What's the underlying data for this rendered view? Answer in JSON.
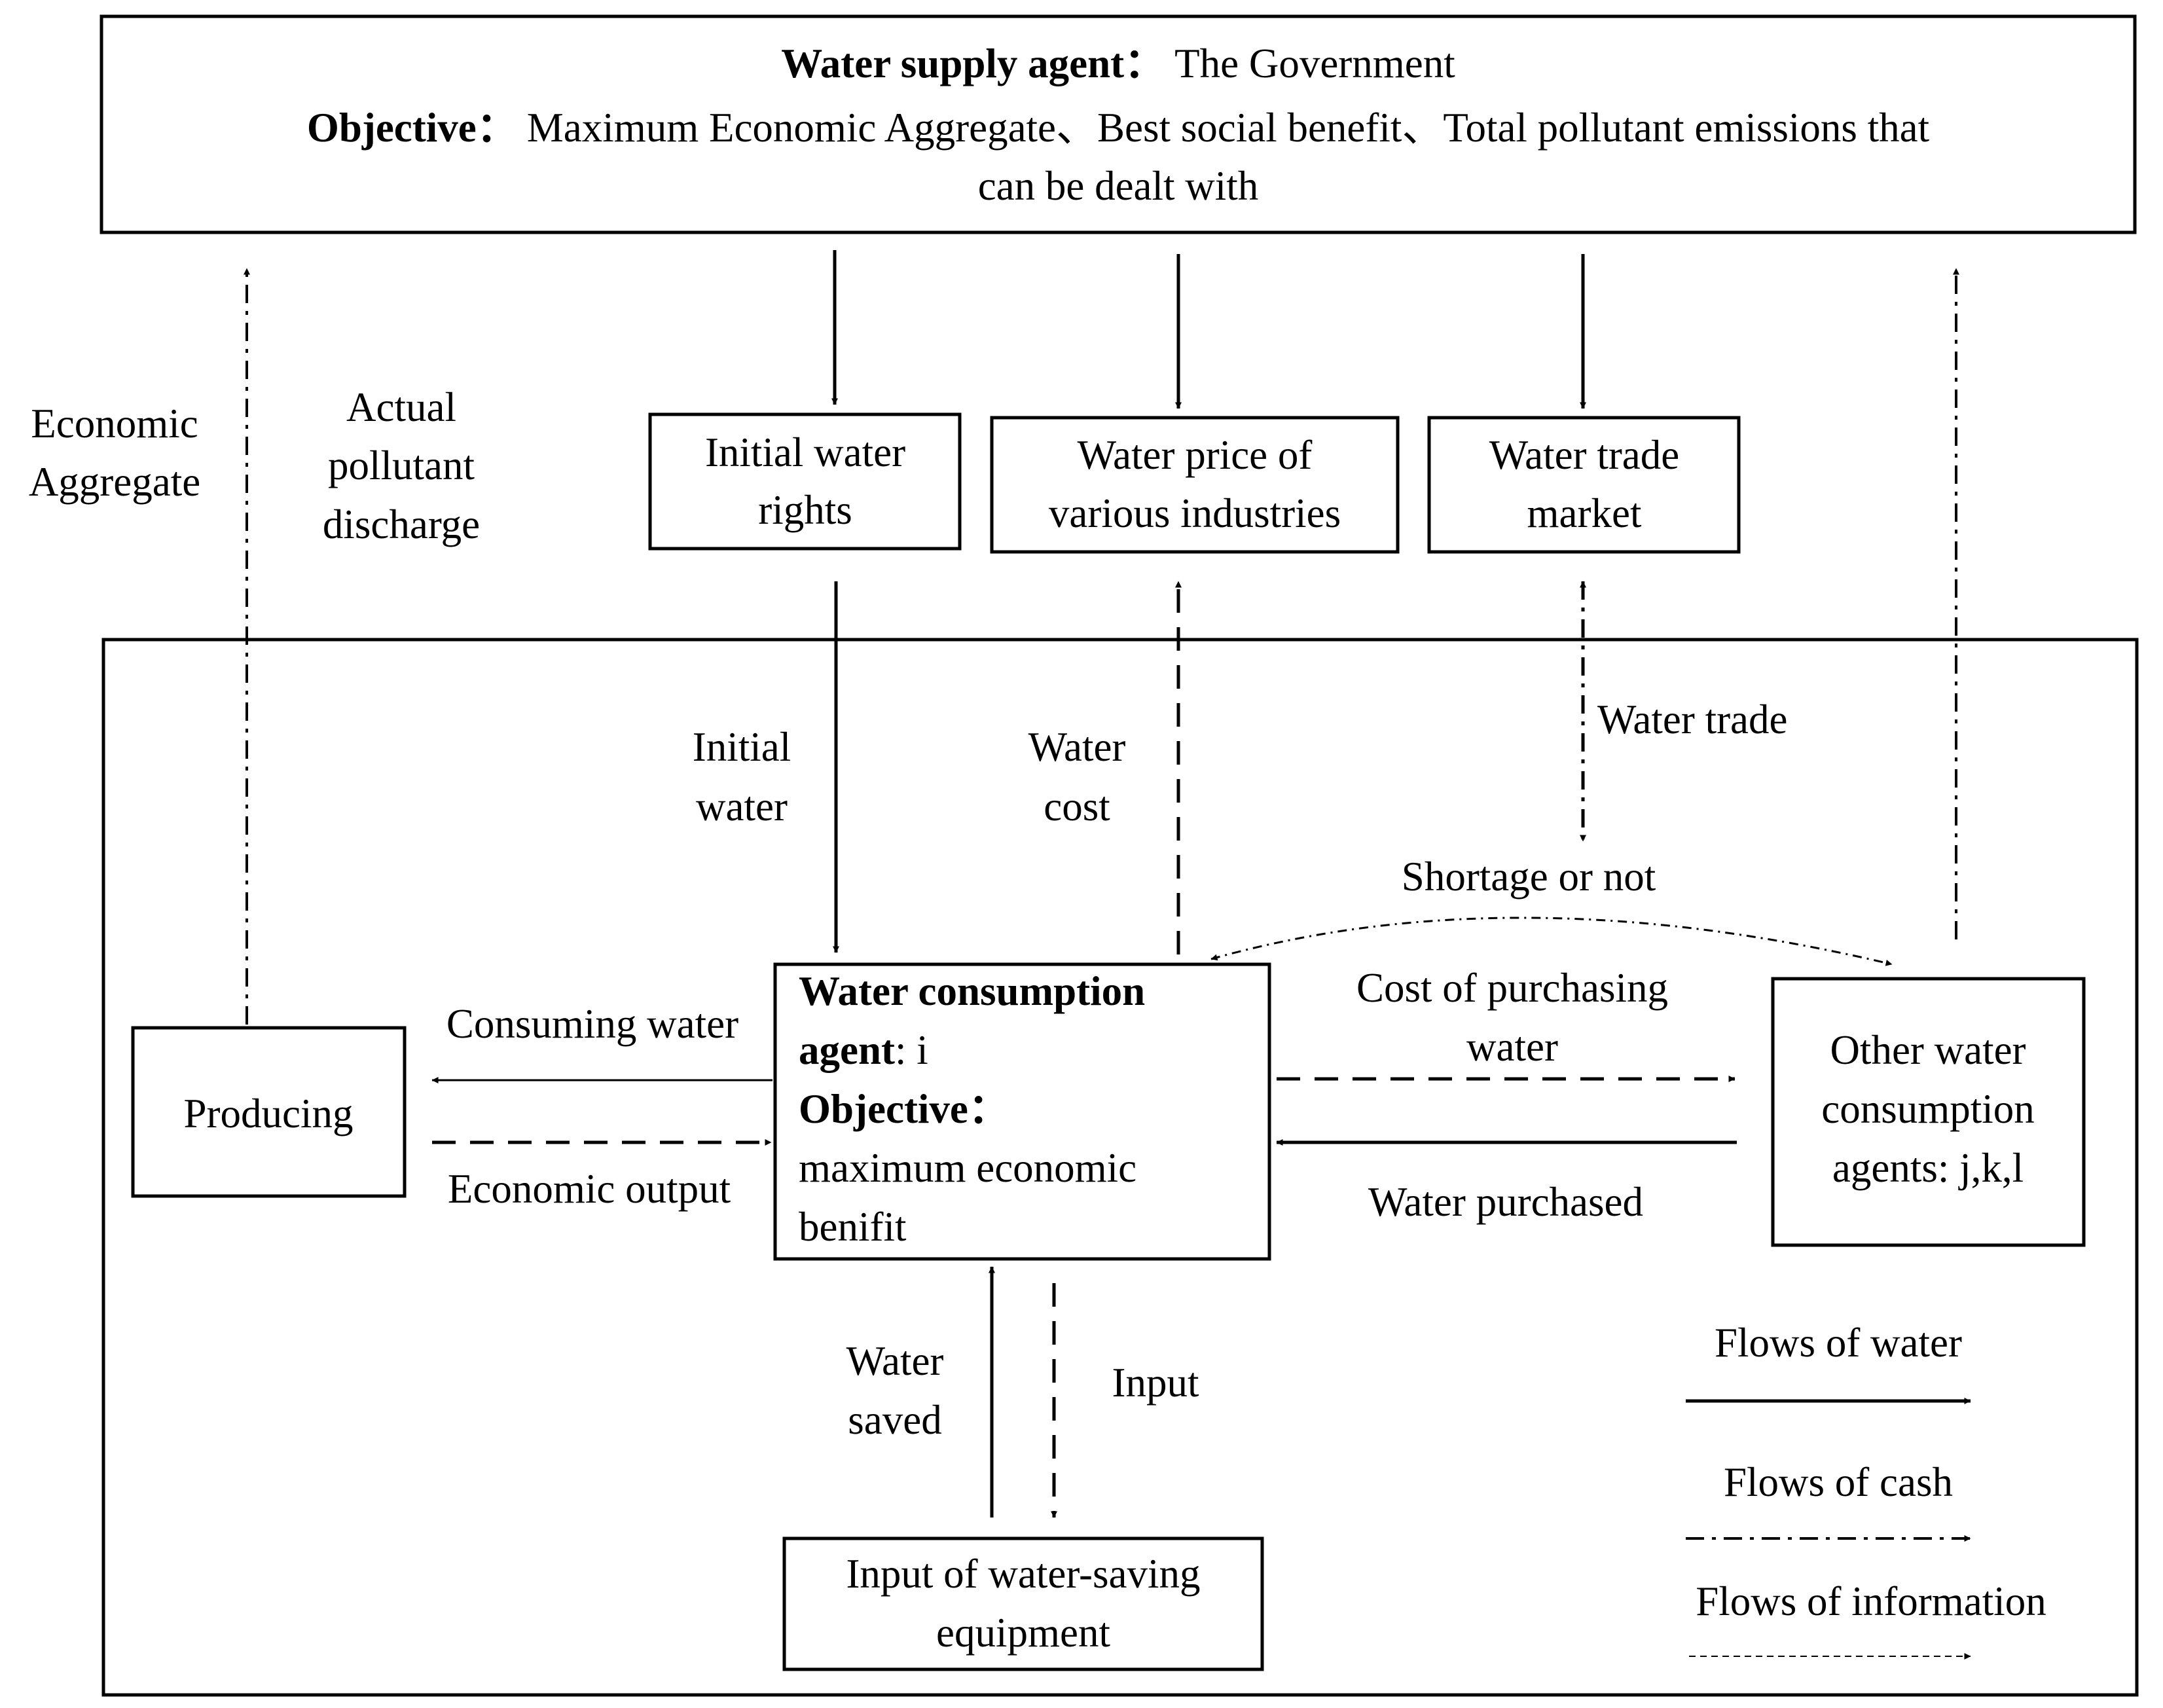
{
  "government": {
    "line1_bold": "Water supply agent",
    "line1_sep": "：",
    "line1_rest": "The Government",
    "line2_bold": "Objective",
    "line2_sep": "：",
    "line2_rest": "Maximum Economic Aggregate、Best social benefit、Total pollutant emissions that",
    "line3": "can be dealt with"
  },
  "boxes": {
    "initial_rights": [
      "Initial water",
      "rights"
    ],
    "water_price": [
      "Water price of",
      "various industries"
    ],
    "trade_market": [
      "Water trade",
      "market"
    ],
    "producing": "Producing",
    "agent_i": {
      "title_bold": "Water consumption",
      "agent_bold": "agent",
      "agent_rest": ": i",
      "objective_bold": "Objective",
      "objective_sep": "：",
      "line4": "maximum economic",
      "line5": "benifit"
    },
    "other_agents": [
      "Other water",
      "consumption",
      "agents: j,k,l"
    ],
    "equipment": [
      "Input of water-saving",
      "equipment"
    ]
  },
  "labels": {
    "economic_aggregate": [
      "Economic",
      "Aggregate"
    ],
    "pollutant": [
      "Actual",
      "pollutant",
      "discharge"
    ],
    "initial_water": [
      "Initial",
      "water"
    ],
    "water_cost": [
      "Water",
      "cost"
    ],
    "water_trade": "Water trade",
    "shortage": "Shortage or not",
    "consuming_water": "Consuming water",
    "economic_output": "Economic output",
    "cost_purchasing": [
      "Cost of purchasing",
      "water"
    ],
    "water_purchased": "Water purchased",
    "water_saved": [
      "Water",
      "saved"
    ],
    "input": "Input"
  },
  "legend": {
    "water": "Flows of water",
    "cash": "Flows of cash",
    "information": "Flows of information"
  }
}
